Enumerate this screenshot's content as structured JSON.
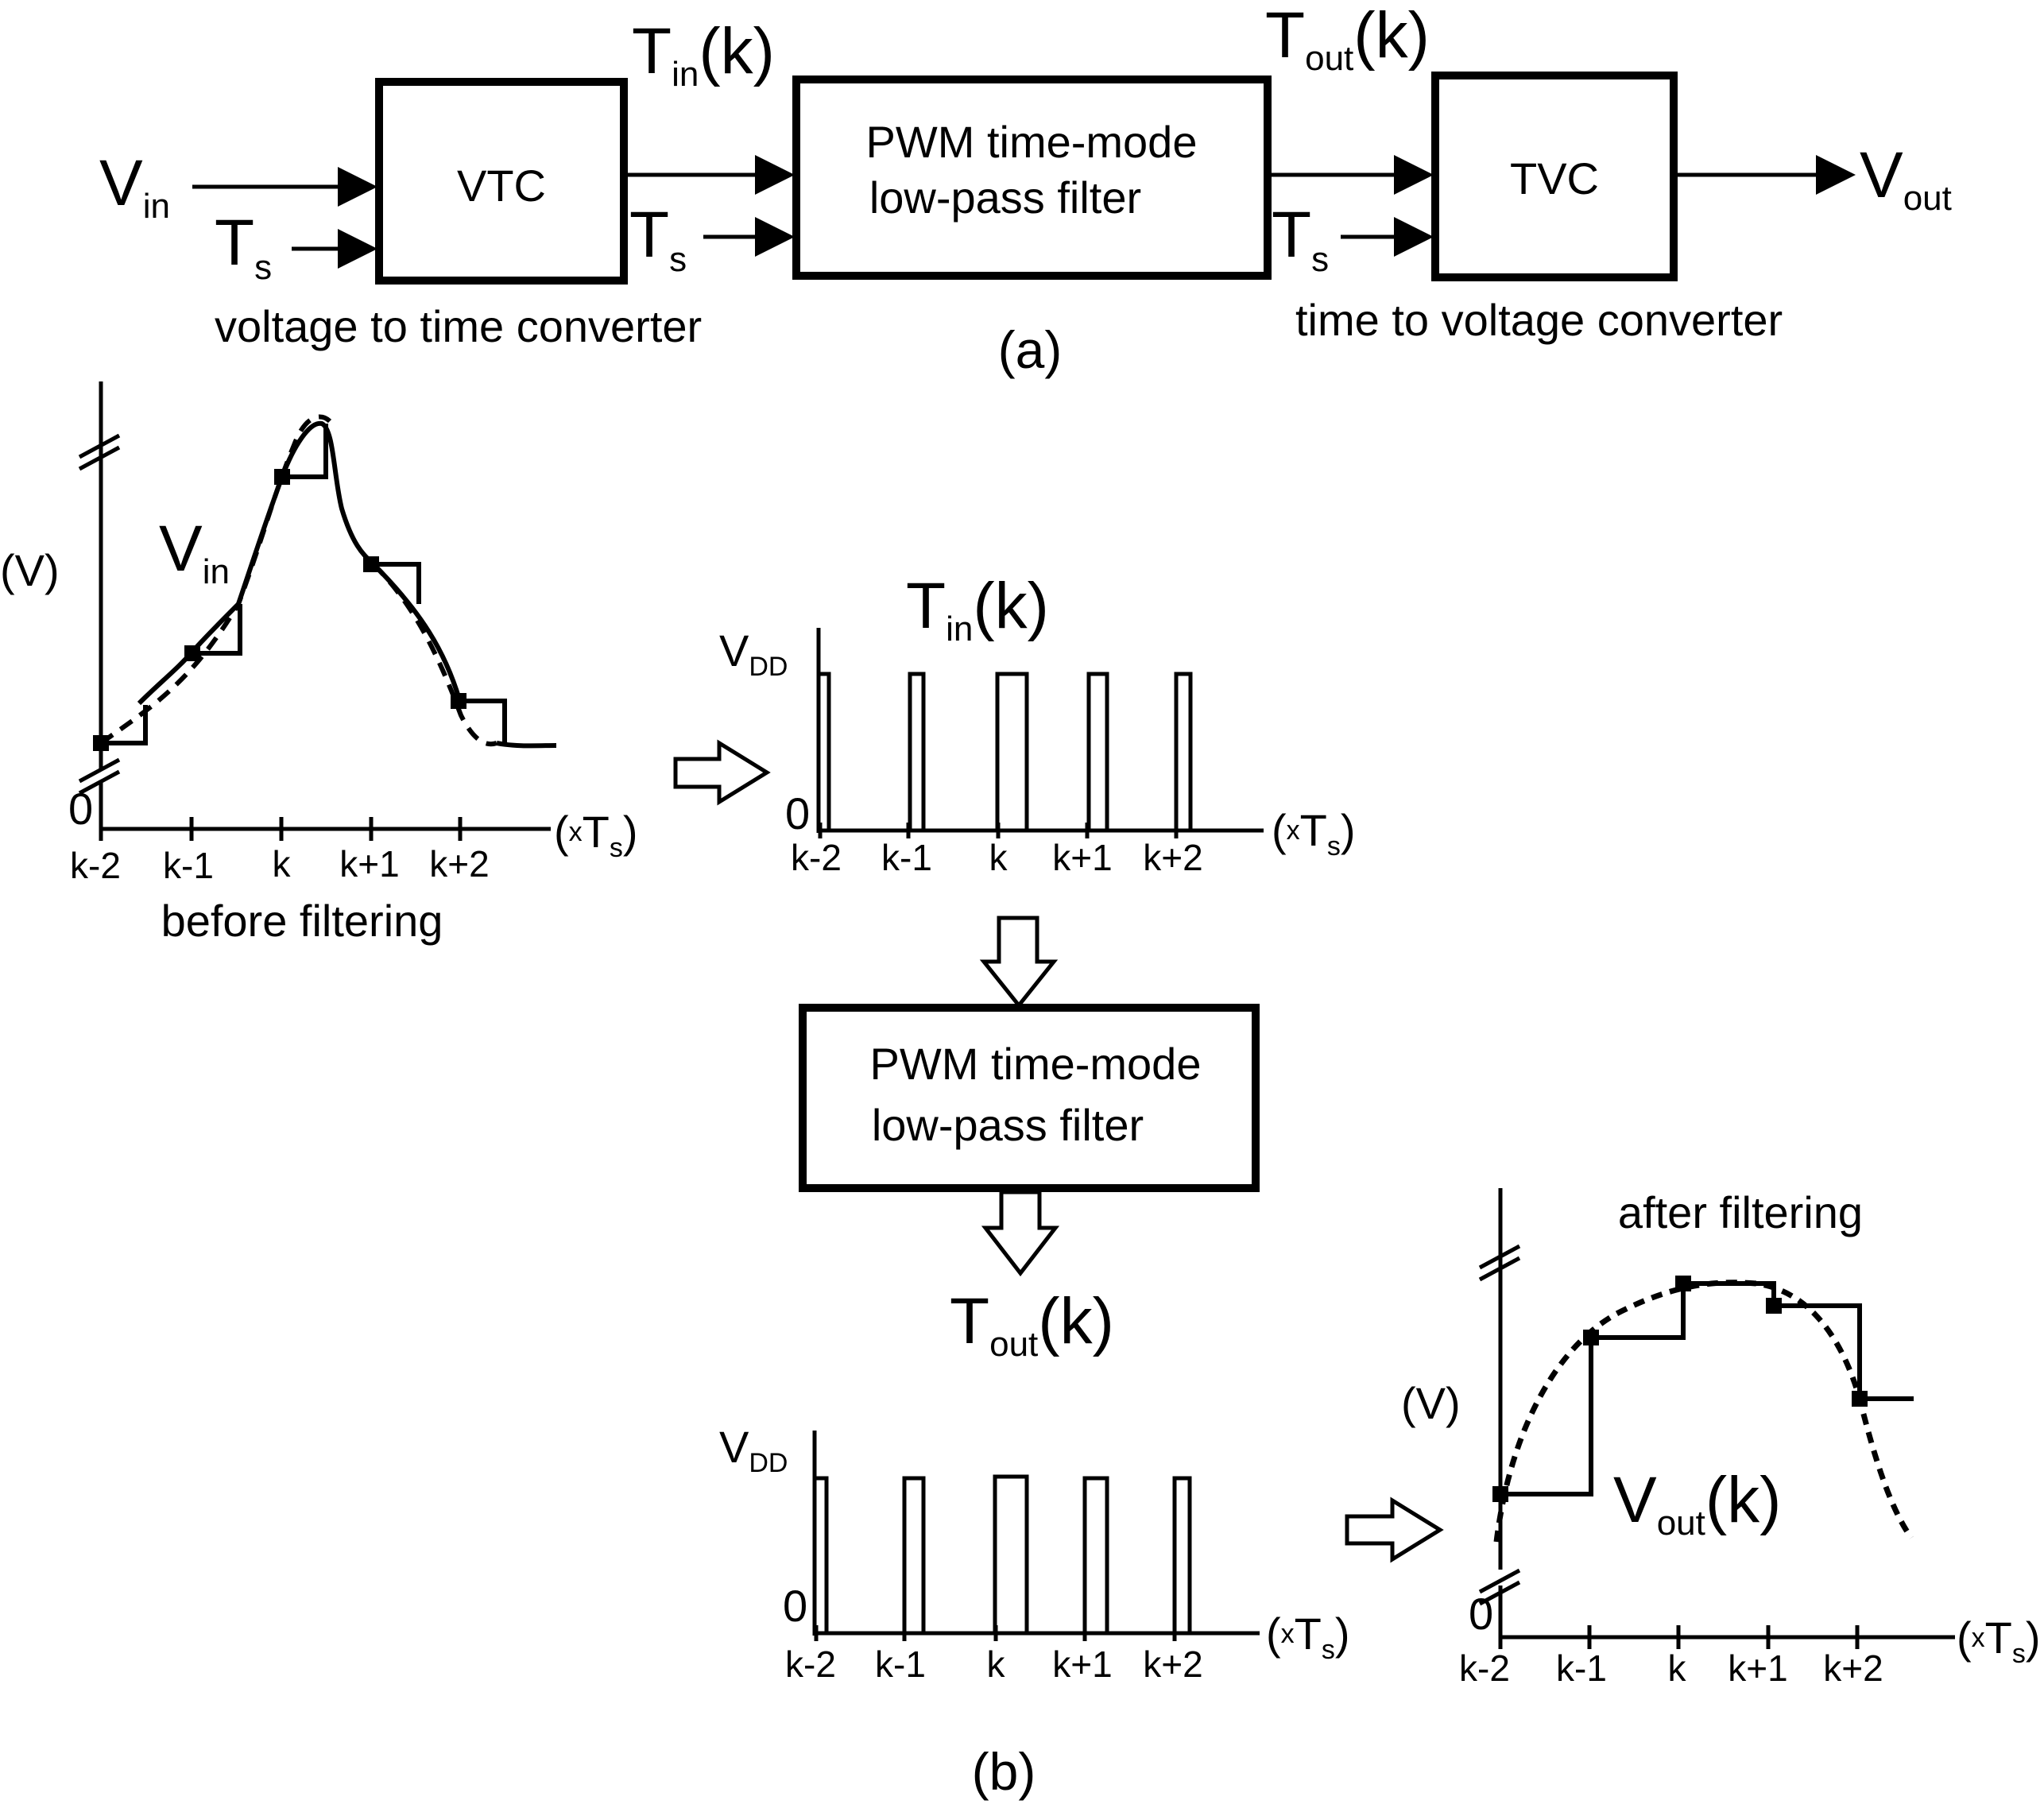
{
  "part_a": {
    "label": "(a)",
    "vtc": {
      "label": "VTC",
      "caption": "voltage to time converter"
    },
    "filter": {
      "line1": "PWM time-mode",
      "line2": "low-pass filter"
    },
    "tvc": {
      "label": "TVC",
      "caption": "time to voltage converter"
    },
    "signals": {
      "vin": {
        "main": "V",
        "sub": "in"
      },
      "ts": {
        "main": "T",
        "sub": "s"
      },
      "tin": {
        "main": "T",
        "sub": "in",
        "arg": "(k)"
      },
      "tout": {
        "main": "T",
        "sub": "out",
        "arg": "(k)"
      },
      "vout": {
        "main": "V",
        "sub": "out"
      }
    }
  },
  "part_b": {
    "label": "(b)",
    "before": {
      "caption": "before filtering",
      "ylabel": "(V)",
      "zero": "0",
      "curve_label": {
        "main": "V",
        "sub": "in"
      },
      "xunit": {
        "open": "(",
        "x": "x",
        "main": "T",
        "sub": "s",
        "close": ")"
      },
      "ticks": [
        "k-2",
        "k-1",
        "k",
        "k+1",
        "k+2"
      ]
    },
    "tin_pulses": {
      "title": {
        "main": "T",
        "sub": "in",
        "arg": "(k)"
      },
      "vdd": {
        "main": "V",
        "sub": "DD"
      },
      "zero": "0",
      "xunit": {
        "open": "(",
        "x": "x",
        "main": "T",
        "sub": "s",
        "close": ")"
      },
      "ticks": [
        "k-2",
        "k-1",
        "k",
        "k+1",
        "k+2"
      ]
    },
    "filter": {
      "line1": "PWM time-mode",
      "line2": "low-pass filter"
    },
    "tout_label": {
      "main": "T",
      "sub": "out",
      "arg": "(k)"
    },
    "tout_pulses": {
      "vdd": {
        "main": "V",
        "sub": "DD"
      },
      "zero": "0",
      "xunit": {
        "open": "(",
        "x": "x",
        "main": "T",
        "sub": "s",
        "close": ")"
      },
      "ticks": [
        "k-2",
        "k-1",
        "k",
        "k+1",
        "k+2"
      ]
    },
    "after": {
      "caption": "after filtering",
      "ylabel": "(V)",
      "zero": "0",
      "curve_label": {
        "main": "V",
        "sub": "out",
        "arg": "(k)"
      },
      "xunit": {
        "open": "(",
        "x": "x",
        "main": "T",
        "sub": "s",
        "close": ")"
      },
      "ticks": [
        "k-2",
        "k-1",
        "k",
        "k+1",
        "k+2"
      ]
    }
  }
}
